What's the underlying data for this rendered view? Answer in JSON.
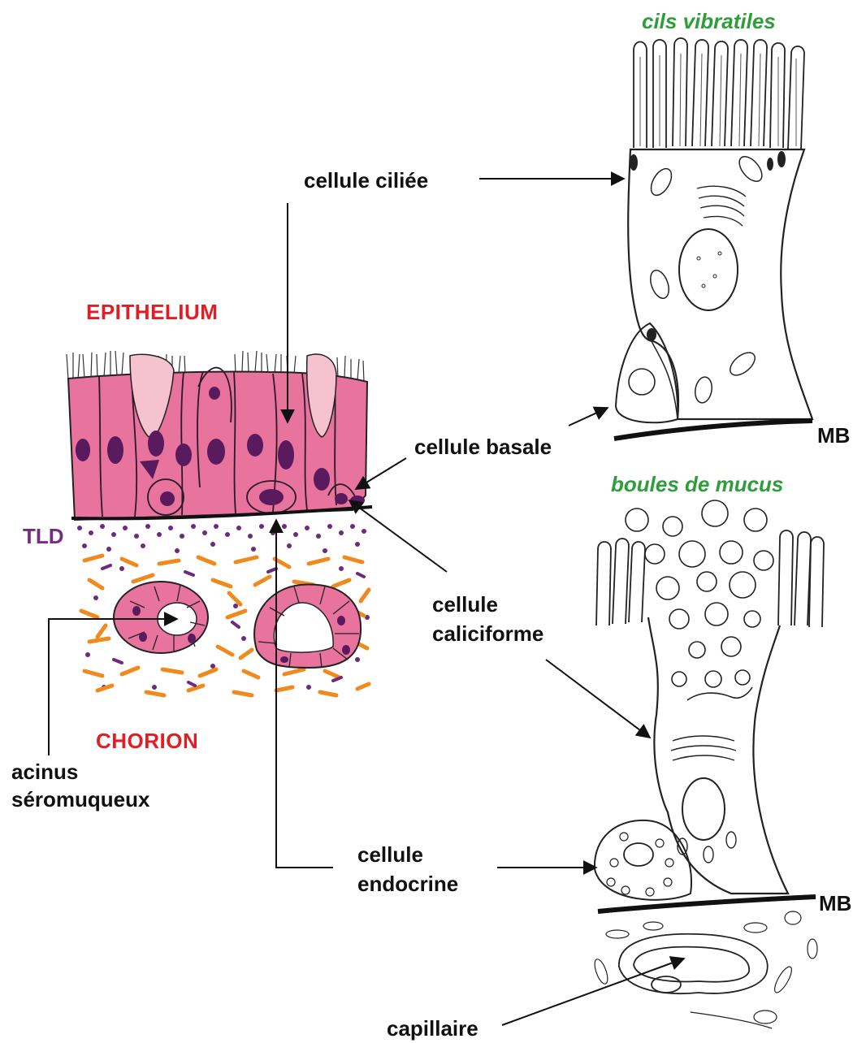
{
  "labels": {
    "cils_vibratiles": "cils vibratiles",
    "cellule_ciliee": "cellule ciliée",
    "epithelium": "EPITHELIUM",
    "cellule_basale": "cellule basale",
    "mb_top": "MB",
    "boules_de_mucus": "boules de mucus",
    "tld": "TLD",
    "cellule_caliciforme_1": "cellule",
    "cellule_caliciforme_2": "caliciforme",
    "chorion": "CHORION",
    "acinus_1": "acinus",
    "acinus_2": "séromuqueux",
    "cellule_endocrine_1": "cellule",
    "cellule_endocrine_2": "endocrine",
    "mb_bottom": "MB",
    "capillaire": "capillaire"
  },
  "colors": {
    "epithelium_pink": "#e8739d",
    "nucleus_purple": "#5a1a5e",
    "mucus_light_pink": "#f6c2cf",
    "fiber_orange": "#f08a1e",
    "dot_purple": "#6e2a7e",
    "region_red": "#e31d24",
    "italic_green": "#2e9e3a"
  }
}
